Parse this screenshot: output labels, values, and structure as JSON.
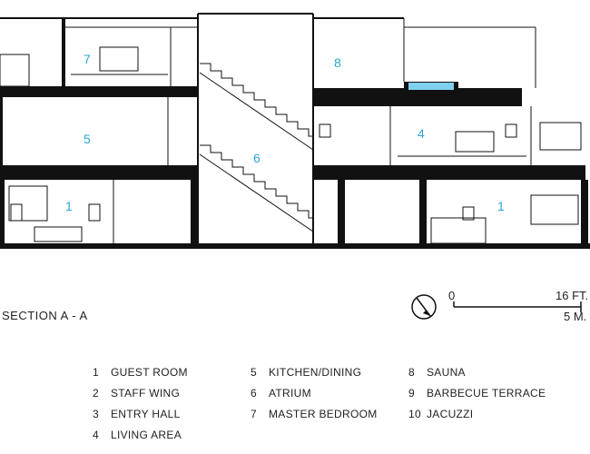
{
  "section_title": "SECTION A - A",
  "room_labels": [
    "7",
    "8",
    "5",
    "4",
    "6",
    "1",
    "1"
  ],
  "scale": {
    "start": "0",
    "end_ft": "16 FT.",
    "end_m": "5 M."
  },
  "legend": [
    [
      {
        "num": "1",
        "label": "GUEST ROOM"
      },
      {
        "num": "2",
        "label": "STAFF WING"
      },
      {
        "num": "3",
        "label": "ENTRY HALL"
      },
      {
        "num": "4",
        "label": "LIVING AREA"
      }
    ],
    [
      {
        "num": "5",
        "label": "KITCHEN/DINING"
      },
      {
        "num": "6",
        "label": "ATRIUM"
      },
      {
        "num": "7",
        "label": "MASTER BEDROOM"
      }
    ],
    [
      {
        "num": "8",
        "label": "SAUNA"
      },
      {
        "num": "9",
        "label": "BARBECUE TERRACE"
      },
      {
        "num": "10",
        "label": "JACUZZI"
      }
    ]
  ],
  "colors": {
    "accent": "#2aa6d6",
    "ink": "#111111",
    "water": "#7fd0ee"
  }
}
